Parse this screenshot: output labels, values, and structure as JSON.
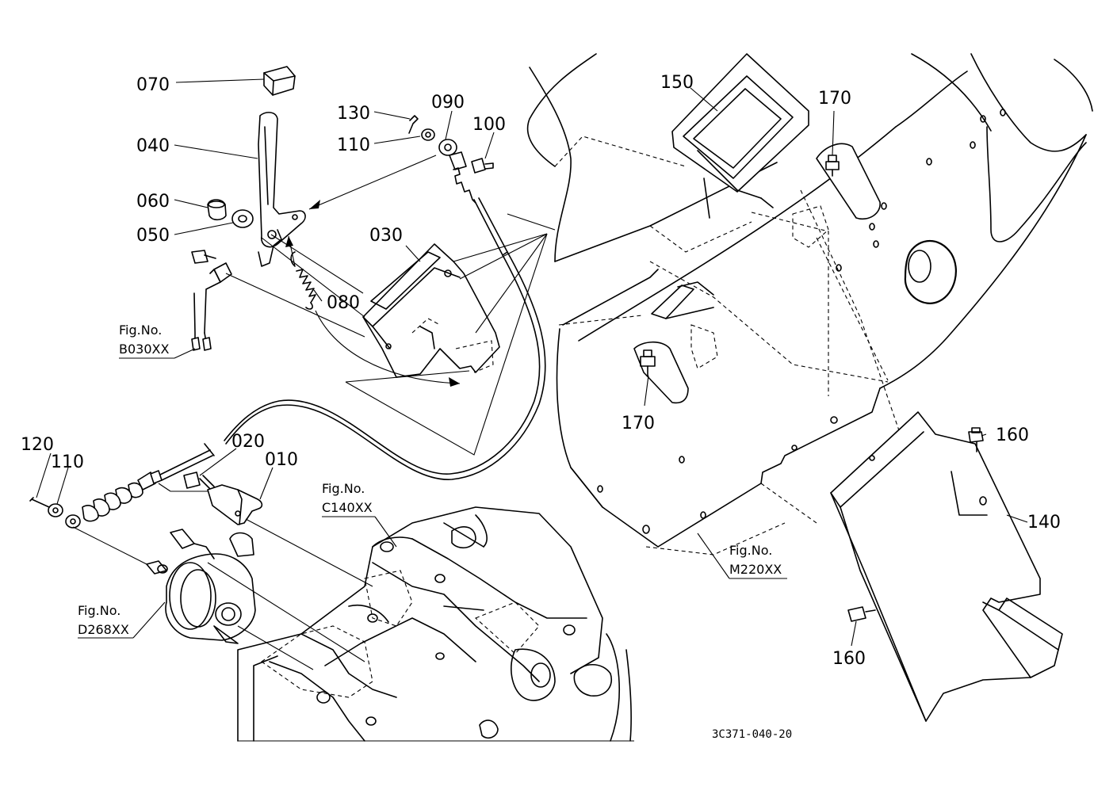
{
  "parts": {
    "p070": "070",
    "p040": "040",
    "p060": "060",
    "p050": "050",
    "p130": "130",
    "p110a": "110",
    "p090": "090",
    "p100": "100",
    "p030": "030",
    "p080": "080",
    "p150": "150",
    "p170a": "170",
    "p170b": "170",
    "p120": "120",
    "p110b": "110",
    "p020": "020",
    "p010": "010",
    "p160a": "160",
    "p140": "140",
    "p160b": "160"
  },
  "figure_refs": {
    "b030": {
      "line1": "Fig.No.",
      "line2": "B030XX"
    },
    "c140": {
      "line1": "Fig.No.",
      "line2": "C140XX"
    },
    "m220": {
      "line1": "Fig.No.",
      "line2": "M220XX"
    },
    "d268": {
      "line1": "Fig.No.",
      "line2": "D268XX"
    }
  },
  "drawing_code": "3C371-040-20",
  "colors": {
    "ink": "#000000",
    "paper": "#ffffff"
  }
}
